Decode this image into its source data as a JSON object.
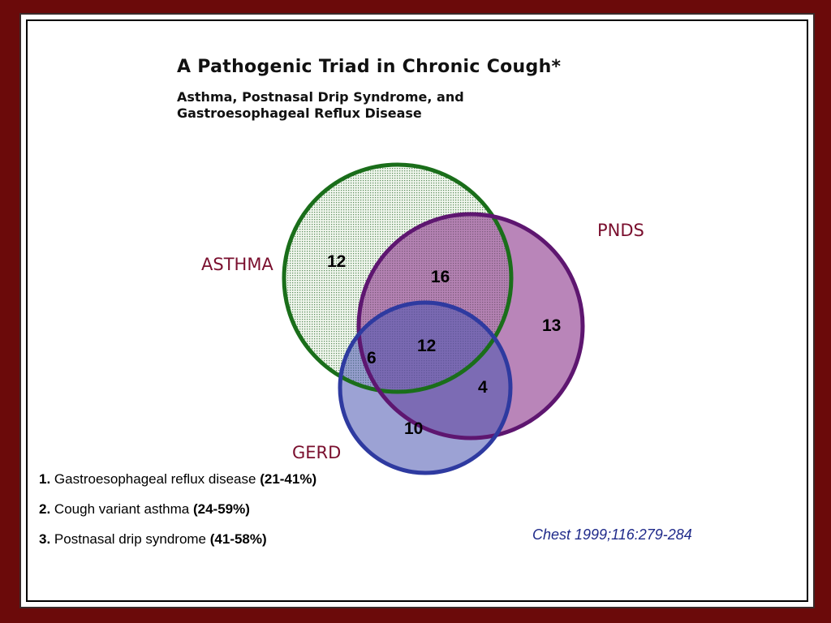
{
  "title": "A Pathogenic Triad in Chronic Cough*",
  "subtitle_line1": "Asthma, Postnasal Drip Syndrome, and",
  "subtitle_line2": "Gastroesophageal Reflux Disease",
  "sets": {
    "asthma": {
      "label": "ASTHMA",
      "stroke_color": "#1a6e1a"
    },
    "pnds": {
      "label": "PNDS",
      "stroke_color": "#5e1670"
    },
    "gerd": {
      "label": "GERD",
      "stroke_color": "#2e3aa0"
    }
  },
  "label_color": "#7a0f2e",
  "regions": {
    "asthma_only": "12",
    "asthma_pnds": "16",
    "pnds_only": "13",
    "all_three": "12",
    "asthma_gerd": "6",
    "pnds_gerd": "4",
    "gerd_only": "10"
  },
  "list": [
    {
      "num": "1.",
      "text": "Gastroesophageal reflux disease",
      "range": "(21-41%)"
    },
    {
      "num": "2.",
      "text": "Cough variant asthma",
      "range": "(24-59%)"
    },
    {
      "num": "3.",
      "text": "Postnasal drip syndrome",
      "range": "(41-58%)"
    }
  ],
  "citation": "Chest 1999;116:279-284",
  "citation_color": "#1f2a8a"
}
